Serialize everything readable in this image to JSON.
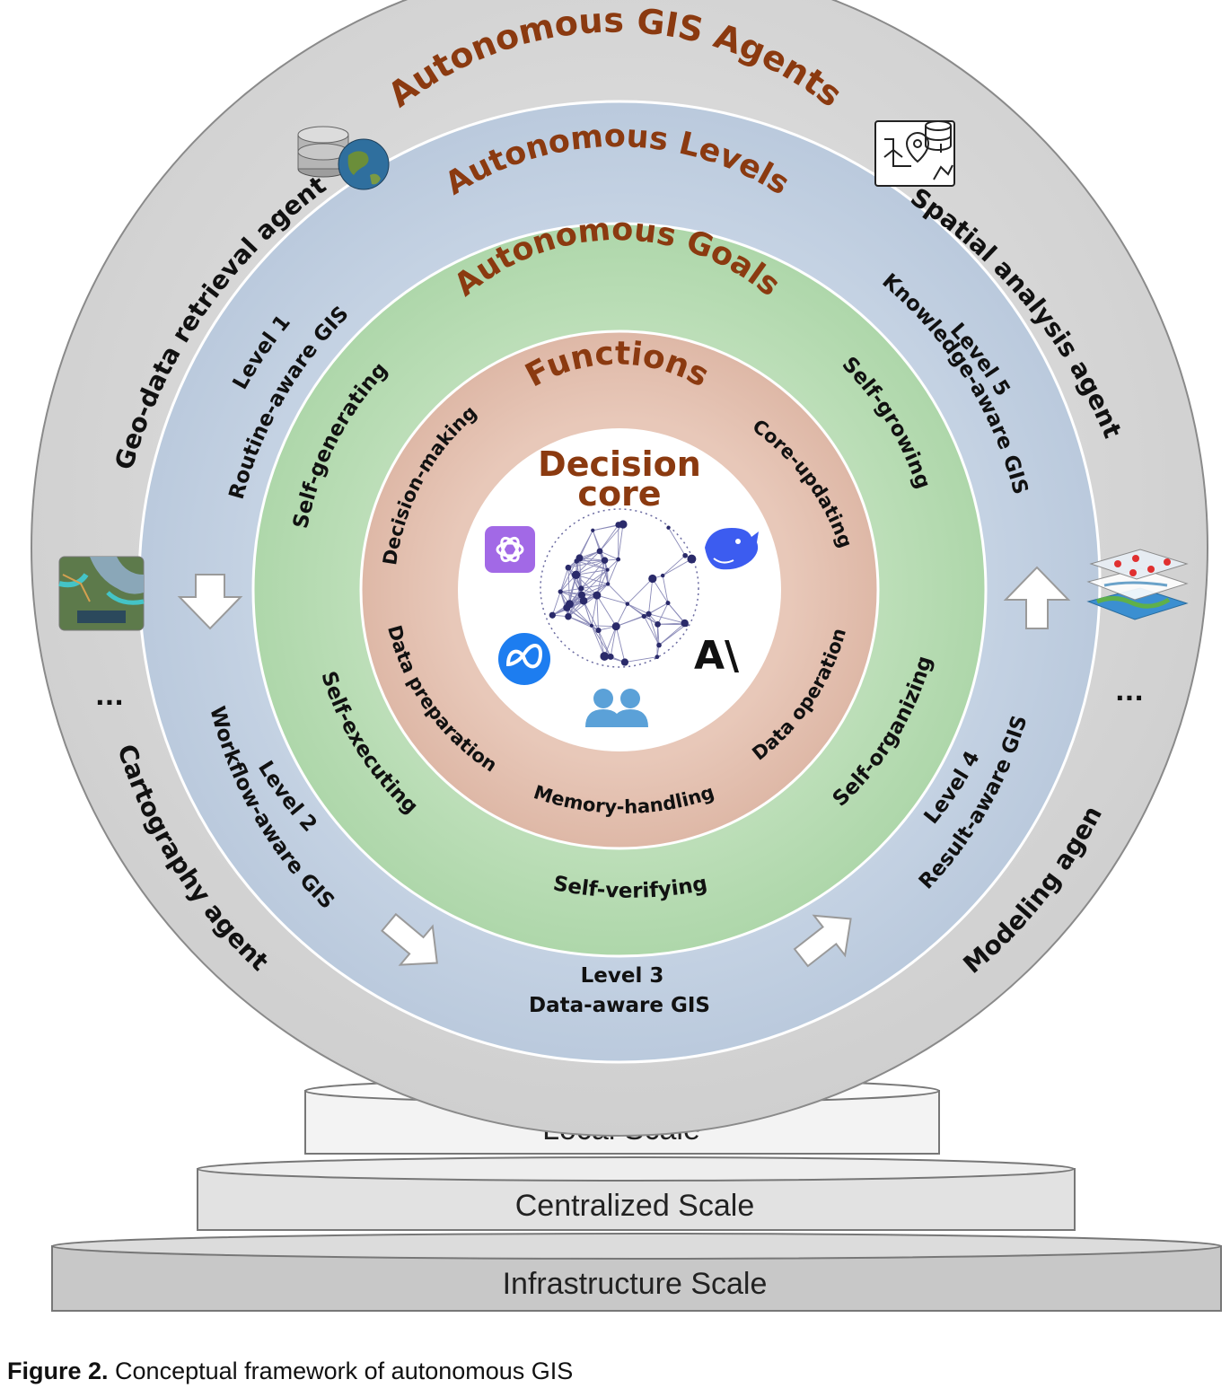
{
  "rings": {
    "agents_title": "Autonomous GIS Agents",
    "levels_title": "Autonomous Levels",
    "goals_title": "Autonomous Goals",
    "functions_title": "Functions",
    "core_title_line1": "Decision",
    "core_title_line2": "core"
  },
  "agents": {
    "geo_data": "Geo-data retrieval agent",
    "spatial": "Spatial analysis agent",
    "cartography": "Cartography agent",
    "modeling": "Modeling agent",
    "ellipsis_left": "...",
    "ellipsis_right": "..."
  },
  "levels": {
    "l1_a": "Level 1",
    "l1_b": "Routine-aware GIS",
    "l2_a": "Level 2",
    "l2_b": "Workflow-aware GIS",
    "l3_a": "Level 3",
    "l3_b": "Data-aware GIS",
    "l4_a": "Level 4",
    "l4_b": "Result-aware GIS",
    "l5_a": "Level 5",
    "l5_b": "Knowledge-aware GIS"
  },
  "goals": {
    "self_generating": "Self-generating",
    "self_growing": "Self-growing",
    "self_executing": "Self-executing",
    "self_organizing": "Self-organizing",
    "self_verifying": "Self-verifying"
  },
  "functions": {
    "decision_making": "Decision-making",
    "core_updating": "Core-updating",
    "data_preparation": "Data preparation",
    "data_operation": "Data operation",
    "memory_handling": "Memory-handling"
  },
  "core_logos": {
    "anthropic_text": "A\\"
  },
  "scales": {
    "local": "Local Scale",
    "centralized": "Centralized Scale",
    "infrastructure": "Infrastructure Scale"
  },
  "caption": {
    "label": "Figure 2.",
    "text": " Conceptual framework of autonomous GIS"
  },
  "colors": {
    "agents_ring": "#d9d9d9",
    "levels_ring": "#c5d3e3",
    "goals_ring": "#b7dcb4",
    "functions_ring": "#e4c2b3",
    "core": "#ffffff",
    "title": "#8b3a10"
  }
}
